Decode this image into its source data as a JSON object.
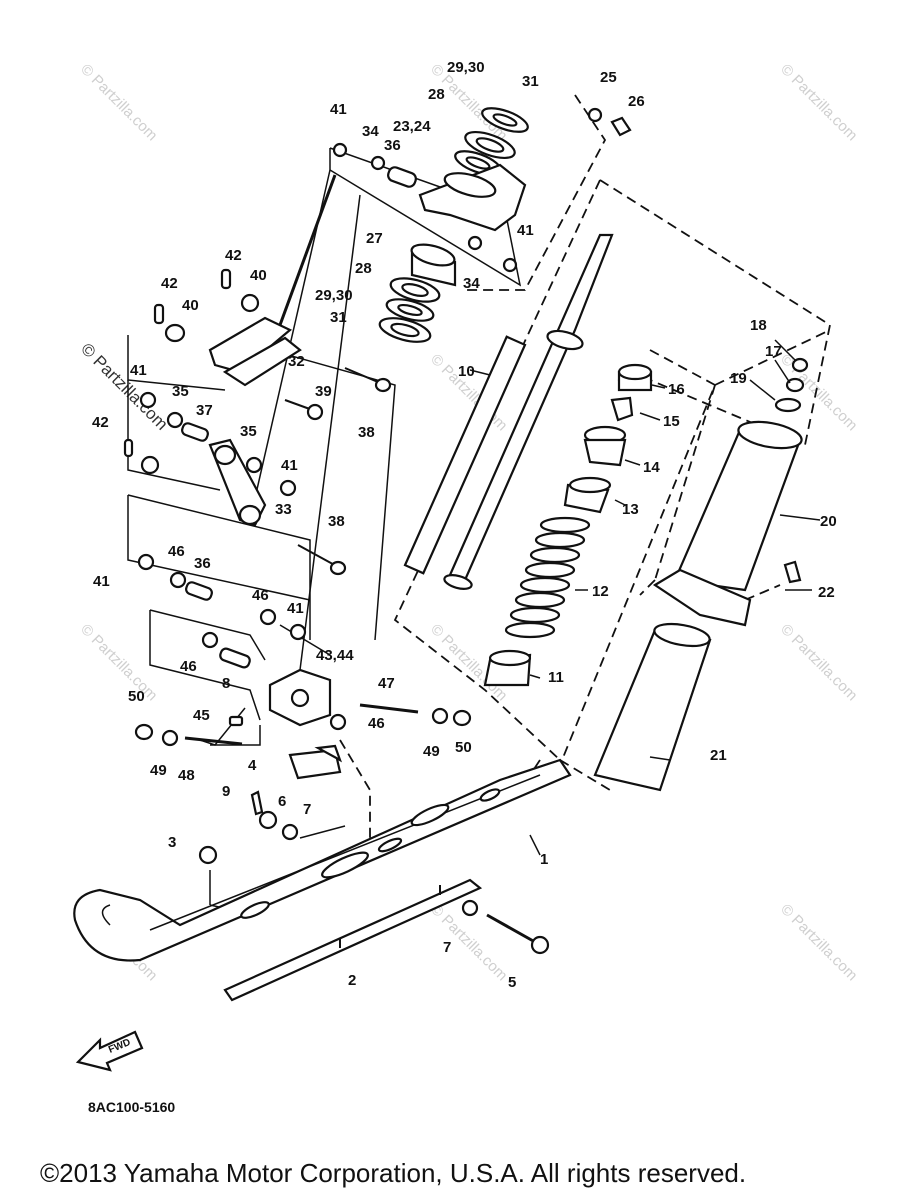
{
  "diagram": {
    "part_code": "8AC100-5160",
    "fwd_label": "FWD",
    "copyright": "©2013  Yamaha Motor Corporation, U.S.A. All rights reserved.",
    "watermark_text": "© Partzilla.com",
    "callouts": [
      {
        "id": "c1",
        "text": "1"
      },
      {
        "id": "c2",
        "text": "2"
      },
      {
        "id": "c3",
        "text": "3"
      },
      {
        "id": "c4",
        "text": "4"
      },
      {
        "id": "c5",
        "text": "5"
      },
      {
        "id": "c6",
        "text": "6"
      },
      {
        "id": "c7a",
        "text": "7"
      },
      {
        "id": "c7b",
        "text": "7"
      },
      {
        "id": "c8",
        "text": "8"
      },
      {
        "id": "c9",
        "text": "9"
      },
      {
        "id": "c10",
        "text": "10"
      },
      {
        "id": "c11",
        "text": "11"
      },
      {
        "id": "c12",
        "text": "12"
      },
      {
        "id": "c13",
        "text": "13"
      },
      {
        "id": "c14",
        "text": "14"
      },
      {
        "id": "c15",
        "text": "15"
      },
      {
        "id": "c16",
        "text": "16"
      },
      {
        "id": "c17",
        "text": "17"
      },
      {
        "id": "c18",
        "text": "18"
      },
      {
        "id": "c19",
        "text": "19"
      },
      {
        "id": "c20",
        "text": "20"
      },
      {
        "id": "c21",
        "text": "21"
      },
      {
        "id": "c22",
        "text": "22"
      },
      {
        "id": "c2324",
        "text": "23,24"
      },
      {
        "id": "c25",
        "text": "25"
      },
      {
        "id": "c26",
        "text": "26"
      },
      {
        "id": "c27",
        "text": "27"
      },
      {
        "id": "c28a",
        "text": "28"
      },
      {
        "id": "c28b",
        "text": "28"
      },
      {
        "id": "c2930a",
        "text": "29,30"
      },
      {
        "id": "c2930b",
        "text": "29,30"
      },
      {
        "id": "c31a",
        "text": "31"
      },
      {
        "id": "c31b",
        "text": "31"
      },
      {
        "id": "c32",
        "text": "32"
      },
      {
        "id": "c33",
        "text": "33"
      },
      {
        "id": "c34a",
        "text": "34"
      },
      {
        "id": "c34b",
        "text": "34"
      },
      {
        "id": "c35a",
        "text": "35"
      },
      {
        "id": "c35b",
        "text": "35"
      },
      {
        "id": "c36a",
        "text": "36"
      },
      {
        "id": "c36b",
        "text": "36"
      },
      {
        "id": "c37",
        "text": "37"
      },
      {
        "id": "c38a",
        "text": "38"
      },
      {
        "id": "c38b",
        "text": "38"
      },
      {
        "id": "c39",
        "text": "39"
      },
      {
        "id": "c40a",
        "text": "40"
      },
      {
        "id": "c40b",
        "text": "40"
      },
      {
        "id": "c41a",
        "text": "41"
      },
      {
        "id": "c41b",
        "text": "41"
      },
      {
        "id": "c41c",
        "text": "41"
      },
      {
        "id": "c41d",
        "text": "41"
      },
      {
        "id": "c41e",
        "text": "41"
      },
      {
        "id": "c41f",
        "text": "41"
      },
      {
        "id": "c42a",
        "text": "42"
      },
      {
        "id": "c42b",
        "text": "42"
      },
      {
        "id": "c42c",
        "text": "42"
      },
      {
        "id": "c4344",
        "text": "43,44"
      },
      {
        "id": "c45",
        "text": "45"
      },
      {
        "id": "c46a",
        "text": "46"
      },
      {
        "id": "c46b",
        "text": "46"
      },
      {
        "id": "c46c",
        "text": "46"
      },
      {
        "id": "c46d",
        "text": "46"
      },
      {
        "id": "c47",
        "text": "47"
      },
      {
        "id": "c48",
        "text": "48"
      },
      {
        "id": "c49a",
        "text": "49"
      },
      {
        "id": "c49b",
        "text": "49"
      },
      {
        "id": "c50a",
        "text": "50"
      },
      {
        "id": "c50b",
        "text": "50"
      }
    ]
  }
}
